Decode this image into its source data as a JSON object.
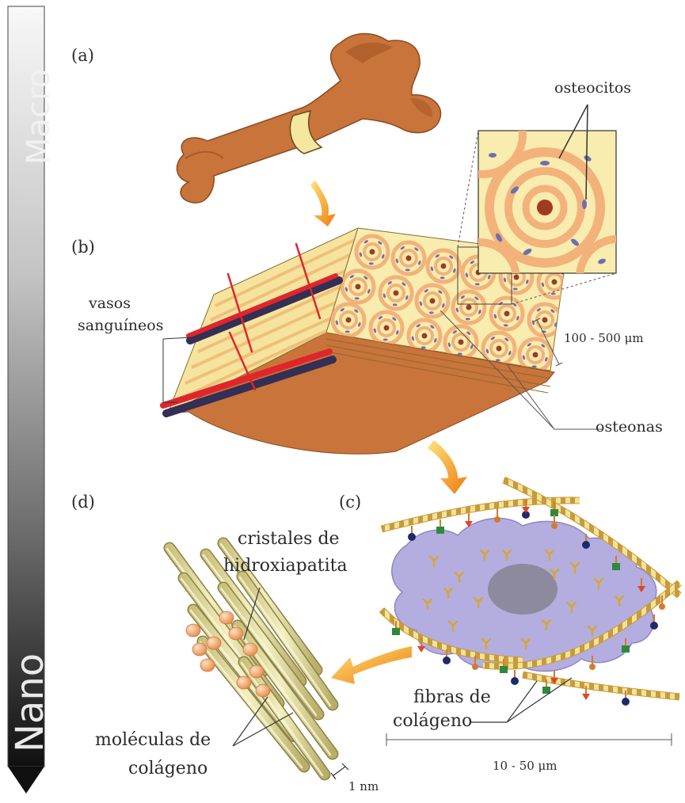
{
  "scale_bar": {
    "top_label": "Macro",
    "bottom_label": "Nano"
  },
  "panels": {
    "a": "(a)",
    "b": "(b)",
    "c": "(c)",
    "d": "(d)"
  },
  "labels": {
    "osteocitos": "osteocitos",
    "vasos_line1": "vasos",
    "vasos_line2": "sanguíneos",
    "osteonas": "osteonas",
    "scale_b": "100 - 500 μm",
    "cristales_line1": "cristales de",
    "cristales_line2": "hidroxiapatita",
    "fibras_line1": "fibras de",
    "fibras_line2": "colágeno",
    "scale_c": "10 - 50 μm",
    "moleculas_line1": "moléculas de",
    "moleculas_line2": "colágeno",
    "scale_d": "1 nm"
  },
  "colors": {
    "bone": "#c8743a",
    "bone_dark": "#a85a28",
    "lamella_light": "#fbf2b0",
    "lamella_ring": "#f3b27a",
    "osteon_center": "#a23a22",
    "osteocyte": "#6f6fb0",
    "vessel_red": "#e0252b",
    "vessel_navy": "#332f55",
    "cell": "#b4ade0",
    "nucleus": "#8c8a9c",
    "collagen_rod": "#ece5a5",
    "crystal": "#f2a66a",
    "arrow": "#f5a523"
  }
}
